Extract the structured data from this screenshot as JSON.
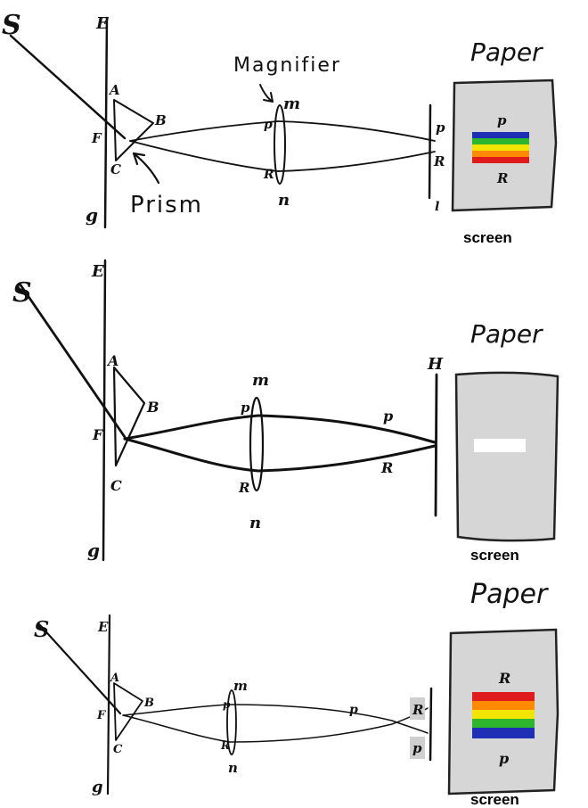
{
  "colors": {
    "ink": "#111111",
    "screen_fill": "#d6d6d6",
    "white_band": "#ffffff",
    "spectrum": [
      "#e01b1b",
      "#ff8a00",
      "#f2e600",
      "#2db52d",
      "#1f2fb5"
    ]
  },
  "panels": [
    {
      "id": "top",
      "labels": {
        "source": "S",
        "wall_top": "E",
        "wall_bottom": "g",
        "prism_a": "A",
        "prism_b": "B",
        "prism_c": "C",
        "entry": "F",
        "lens_top": "m",
        "lens_bottom": "n",
        "lens_ray_top": "p",
        "lens_ray_bottom": "R",
        "screen_top": "p",
        "screen_mid": "R",
        "screen_bottom": "l",
        "prism_caption": "Prism",
        "magnifier_caption": "Magnifier",
        "paper_caption": "Paper",
        "paper_top": "p",
        "paper_bottom": "R",
        "screen_caption": "screen"
      },
      "image": "spectrum-violet-on-top"
    },
    {
      "id": "middle",
      "labels": {
        "source": "S",
        "wall_top": "E",
        "wall_bottom": "g",
        "prism_a": "A",
        "prism_b": "B",
        "prism_c": "C",
        "entry": "F",
        "lens_top": "m",
        "lens_bottom": "n",
        "lens_ray_top": "p",
        "lens_ray_bottom": "R",
        "beam_top": "p",
        "beam_bottom": "R",
        "screen_label": "H",
        "paper_caption": "Paper",
        "screen_caption": "screen"
      },
      "image": "white-band-at-focus"
    },
    {
      "id": "bottom",
      "labels": {
        "source": "S",
        "wall_top": "E",
        "wall_bottom": "g",
        "prism_a": "A",
        "prism_b": "B",
        "prism_c": "C",
        "entry": "F",
        "lens_top": "m",
        "lens_bottom": "n",
        "lens_ray_top": "p",
        "lens_ray_bottom": "R",
        "beam_label": "p",
        "screen_top": "R",
        "screen_bottom": "p",
        "paper_caption": "Paper",
        "paper_top": "R",
        "paper_bottom": "p",
        "screen_caption": "screen"
      },
      "image": "spectrum-inverted-red-on-top"
    }
  ]
}
